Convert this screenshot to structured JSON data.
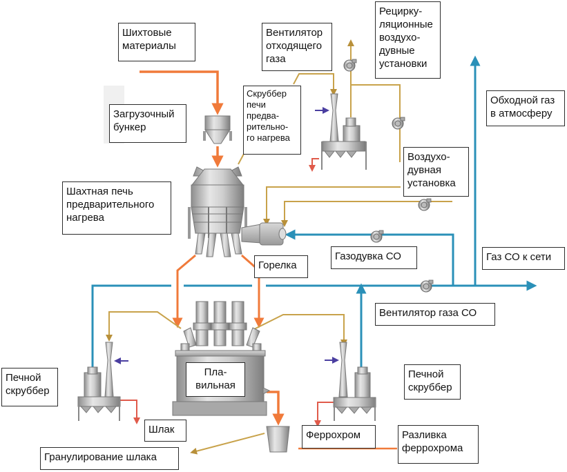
{
  "title": "Схема производства феррохрома с шахтной печью предварительного нагрева",
  "colors": {
    "material_flow": "#f07a3a",
    "exhaust_gas": "#c8a24a",
    "co_gas": "#2a90b8",
    "water_in": "#4a3ea0",
    "sludge_out": "#e05a4a",
    "equipment": "#b8b8b8"
  },
  "labels": {
    "charge_materials": "Шихтовые\nматериалы",
    "exhaust_fan": "Вентилятор\nотходящего\nгаза",
    "recirculation_blowers": "Рецирку-\nляционные\nвоздухо-\nдувные\nустановки",
    "charging_hopper": "Загрузочный\nбункер",
    "preheat_scrubber": "Скруббер\nпечи\nпредва-\nрительно-\nго нагрева",
    "bypass_gas": "Обходной газ\nв атмосферу",
    "blower_unit": "Воздухо-\nдувная\nустановка",
    "shaft_furnace": "Шахтная печь\nпредварительного\nнагрева",
    "burner": "Горелка",
    "co_blower": "Газодувка СО",
    "co_to_grid": "Газ СО к сети",
    "co_fan": "Вентилятор газа СО",
    "smelting": "Пла-\nвильная",
    "furnace_scrubber_left": "Печной\nскруббер",
    "furnace_scrubber_right": "Печной\nскруббер",
    "slag": "Шлак",
    "slag_granulation": "Гранулирование шлака",
    "ferrochrome": "Феррохром",
    "ferrochrome_casting": "Разливка\nферрохрома"
  }
}
